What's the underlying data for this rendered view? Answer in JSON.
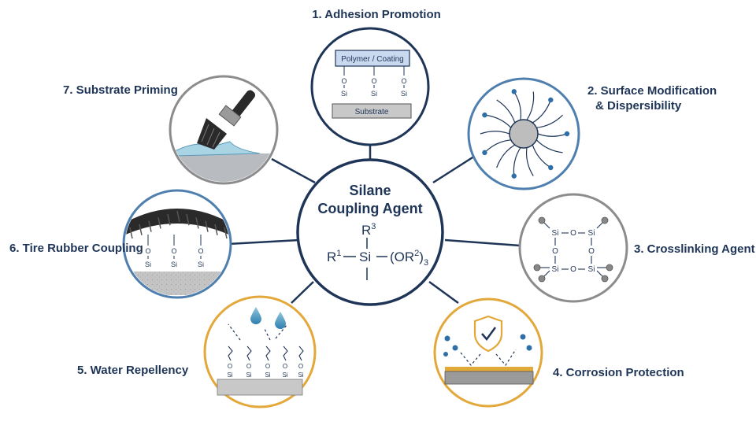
{
  "center": {
    "title_line1": "Silane",
    "title_line2": "Coupling Agent",
    "formula": {
      "r1": "R",
      "r1_sup": "1",
      "si": "Si",
      "r3": "R",
      "r3_sup": "3",
      "or2": "(OR",
      "or2_sup": "2",
      "or2_close": ")",
      "or2_sub": "3"
    }
  },
  "applications": [
    {
      "id": "adhesion",
      "label": "1. Adhesion Promotion",
      "top_layer": "Polymer / Coating",
      "bottom_layer": "Substrate",
      "atom_o": "O",
      "atom_si": "Si"
    },
    {
      "id": "surface",
      "label_line1": "2. Surface Modification",
      "label_line2": "& Dispersibility"
    },
    {
      "id": "crosslink",
      "label": "3. Crosslinking Agent",
      "atom_o": "O",
      "atom_si": "Si"
    },
    {
      "id": "corrosion",
      "label": "4. Corrosion Protection"
    },
    {
      "id": "water",
      "label": "5. Water Repellency",
      "atom_o": "O",
      "atom_si": "Si"
    },
    {
      "id": "tire",
      "label": "6. Tire Rubber Coupling",
      "atom_o": "O",
      "atom_si": "Si"
    },
    {
      "id": "priming",
      "label": "7. Substrate Priming"
    }
  ],
  "colors": {
    "navy": "#1f3557",
    "blue": "#4f7fae",
    "gray": "#8c8c8c",
    "gold": "#e3a83a",
    "substrate": "#c8c8c8",
    "dot": "#2f6fa8"
  }
}
